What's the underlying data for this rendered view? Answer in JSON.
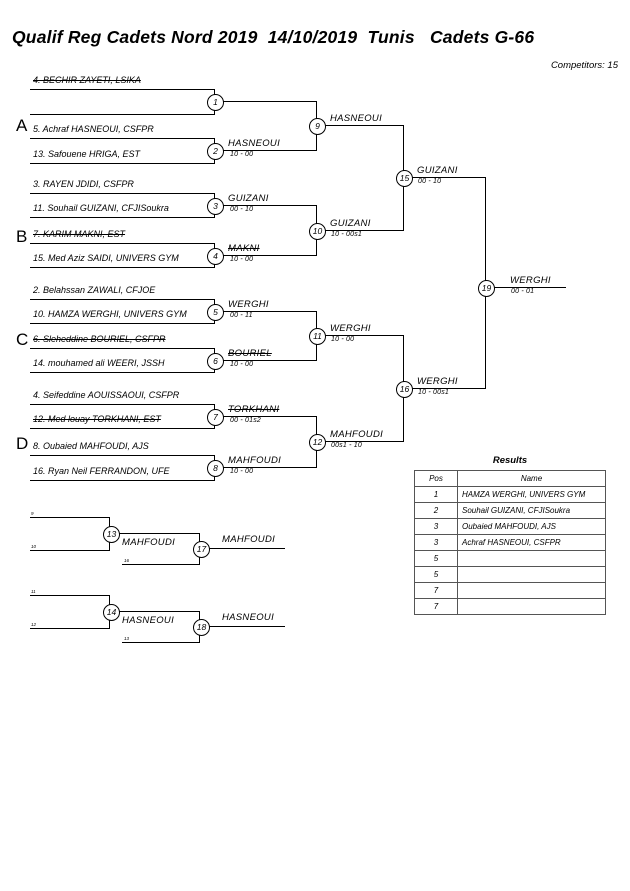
{
  "header": {
    "title": "Qualif Reg Cadets Nord 2019  14/10/2019  Tunis   Cadets G-66",
    "competitors": "Competitors: 15"
  },
  "sections": [
    {
      "label": "A"
    },
    {
      "label": "B"
    },
    {
      "label": "C"
    },
    {
      "label": "D"
    }
  ],
  "athletes": [
    {
      "name": "4. BECHIR ZAYETI, LSIKA",
      "eliminated": true
    },
    {
      "name": "",
      "eliminated": false
    },
    {
      "name": "5. Achraf HASNEOUI, CSFPR",
      "eliminated": false
    },
    {
      "name": "13. Safouene HRIGA, EST",
      "eliminated": false
    },
    {
      "name": "3. RAYEN JDIDI, CSFPR",
      "eliminated": false
    },
    {
      "name": "11. Souhail GUIZANI, CFJISoukra",
      "eliminated": false
    },
    {
      "name": "7. KARIM MAKNI, EST",
      "eliminated": true
    },
    {
      "name": "15. Med Aziz SAIDI, UNIVERS GYM",
      "eliminated": false
    },
    {
      "name": "2. Belahssan ZAWALI, CFJOE",
      "eliminated": false
    },
    {
      "name": "10. HAMZA WERGHI, UNIVERS GYM",
      "eliminated": false
    },
    {
      "name": "6. Sleheddine BOURIEL, CSFPR",
      "eliminated": true
    },
    {
      "name": "14. mouhamed ali WEERI, JSSH",
      "eliminated": false
    },
    {
      "name": "4. Seifeddine AOUISSAOUI, CSFPR",
      "eliminated": false
    },
    {
      "name": "12. Med louay TORKHANI, EST",
      "eliminated": true
    },
    {
      "name": "8. Oubaied MAHFOUDI, AJS",
      "eliminated": false
    },
    {
      "name": "16. Ryan Neil FERRANDON, UFE",
      "eliminated": false
    }
  ],
  "matches": [
    {
      "no": "1",
      "winner": "",
      "score": "",
      "struck": false
    },
    {
      "no": "2",
      "winner": "HASNEOUI",
      "score": "10 - 00",
      "struck": false
    },
    {
      "no": "3",
      "winner": "GUIZANI",
      "score": "00 - 10",
      "struck": false
    },
    {
      "no": "4",
      "winner": "MAKNI",
      "score": "10 - 00",
      "struck": true
    },
    {
      "no": "5",
      "winner": "WERGHI",
      "score": "00 - 11",
      "struck": false
    },
    {
      "no": "6",
      "winner": "BOURIEL",
      "score": "10 - 00",
      "struck": true
    },
    {
      "no": "7",
      "winner": "TORKHANI",
      "score": "00 - 01s2",
      "struck": true
    },
    {
      "no": "8",
      "winner": "MAHFOUDI",
      "score": "10 - 00",
      "struck": false
    },
    {
      "no": "9",
      "winner": "HASNEOUI",
      "score": "",
      "struck": false
    },
    {
      "no": "10",
      "winner": "GUIZANI",
      "score": "10 - 00s1",
      "struck": false
    },
    {
      "no": "11",
      "winner": "WERGHI",
      "score": "10 - 00",
      "struck": false
    },
    {
      "no": "12",
      "winner": "MAHFOUDI",
      "score": "00s1 - 10",
      "struck": false
    },
    {
      "no": "15",
      "winner": "GUIZANI",
      "score": "00 - 10",
      "struck": false
    },
    {
      "no": "16",
      "winner": "WERGHI",
      "score": "10 - 00s1",
      "struck": false
    },
    {
      "no": "19",
      "winner": "WERGHI",
      "score": "00 - 01",
      "struck": false
    }
  ],
  "repechage": [
    {
      "no": "13",
      "slots": [
        "9",
        "10"
      ]
    },
    {
      "no": "17",
      "winner": "MAHFOUDI",
      "feed": "MAHFOUDI",
      "slot": "16"
    },
    {
      "no": "14",
      "slots": [
        "11",
        "12"
      ]
    },
    {
      "no": "18",
      "winner": "HASNEOUI",
      "feed": "HASNEOUI",
      "slot": "13"
    }
  ],
  "results": {
    "title": "Results",
    "columns": [
      "Pos",
      "Name"
    ],
    "rows": [
      {
        "pos": "1",
        "name": "HAMZA WERGHI, UNIVERS GYM"
      },
      {
        "pos": "2",
        "name": "Souhail GUIZANI, CFJISoukra"
      },
      {
        "pos": "3",
        "name": "Oubaied MAHFOUDI, AJS"
      },
      {
        "pos": "3",
        "name": "Achraf HASNEOUI, CSFPR"
      },
      {
        "pos": "5",
        "name": ""
      },
      {
        "pos": "5",
        "name": ""
      },
      {
        "pos": "7",
        "name": ""
      },
      {
        "pos": "7",
        "name": ""
      }
    ]
  }
}
